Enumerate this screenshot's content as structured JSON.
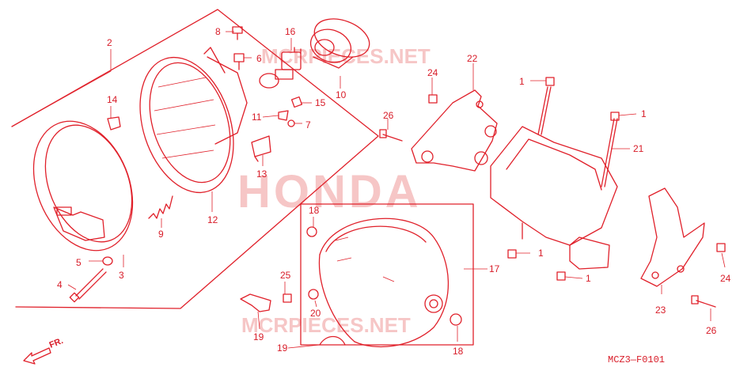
{
  "diagram": {
    "watermark_brand": "HONDA",
    "watermark_site": "MCRPIECES.NET",
    "diagram_code": "MCZ3—F0101",
    "direction_label": "FR.",
    "callouts": {
      "c1a": "1",
      "c1b": "1",
      "c1c": "1",
      "c1d": "1",
      "c2": "2",
      "c3": "3",
      "c4": "4",
      "c5": "5",
      "c6": "6",
      "c7": "7",
      "c8": "8",
      "c9": "9",
      "c10": "10",
      "c11": "11",
      "c12": "12",
      "c13": "13",
      "c14": "14",
      "c15": "15",
      "c16": "16",
      "c17": "17",
      "c18a": "18",
      "c18b": "18",
      "c19a": "19",
      "c19b": "19",
      "c20": "20",
      "c21": "21",
      "c22": "22",
      "c23": "23",
      "c24a": "24",
      "c24b": "24",
      "c25": "25",
      "c26a": "26",
      "c26b": "26"
    },
    "colors": {
      "line": "#e0202a",
      "watermark": "#f6c6c6",
      "background": "#ffffff"
    }
  }
}
